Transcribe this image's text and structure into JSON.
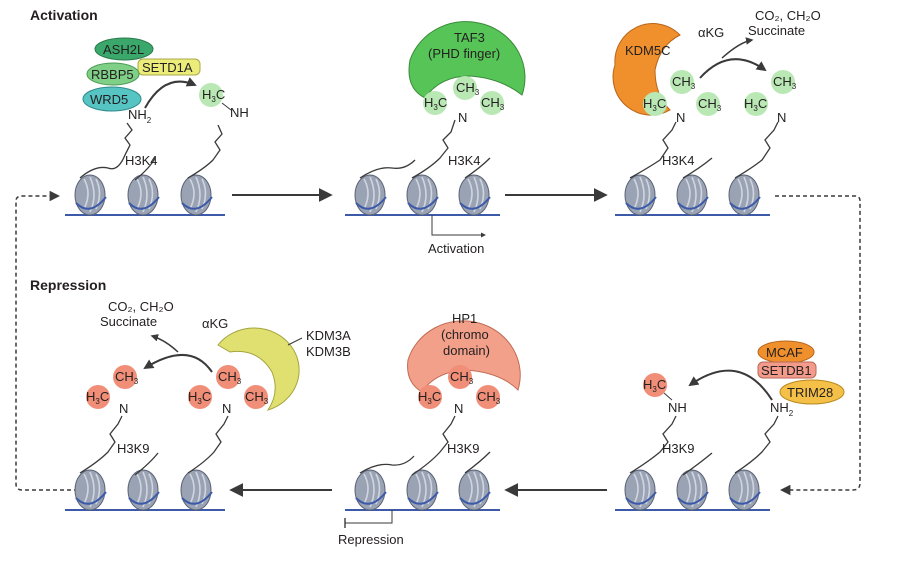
{
  "sections": {
    "activation_title": "Activation",
    "repression_title": "Repression"
  },
  "histone_marks": {
    "h3k4": "H3K4",
    "h3k9": "H3K9"
  },
  "outcomes": {
    "activation": "Activation",
    "repression": "Repression"
  },
  "activation": {
    "writers": [
      "ASH2L",
      "RBBP5",
      "SETD1A",
      "WRD5"
    ],
    "reader": {
      "line1": "TAF3",
      "line2": "(PHD finger)"
    },
    "eraser": "KDM5C",
    "cofactor": "αKG",
    "products": {
      "line1": "CO₂, CH₂O",
      "line2": "Succinate"
    }
  },
  "repression": {
    "writers": [
      "MCAF",
      "SETDB1",
      "TRIM28"
    ],
    "reader": {
      "line1": "HP1",
      "line2": "(chromo",
      "line3": "domain)"
    },
    "erasers": {
      "line1": "KDM3A",
      "line2": "KDM3B"
    },
    "cofactor": "αKG",
    "products": {
      "line1": "CO₂, CH₂O",
      "line2": "Succinate"
    }
  },
  "chemistry": {
    "nh2": "NH",
    "nh2_sub": "2",
    "nh": "NH",
    "n": "N",
    "ch3": "CH",
    "h3c": "H",
    "c": "C",
    "sub3": "3"
  },
  "colors": {
    "activation_methyl": "#b9e8b5",
    "repression_methyl": "#f08e78",
    "taf3": "#56c456",
    "kdm5c": "#f0902c",
    "hp1": "#f2a08a",
    "kdm3": "#e0e070",
    "dna": "#3d5aa8",
    "nucleosome": "#9aa3b4"
  }
}
